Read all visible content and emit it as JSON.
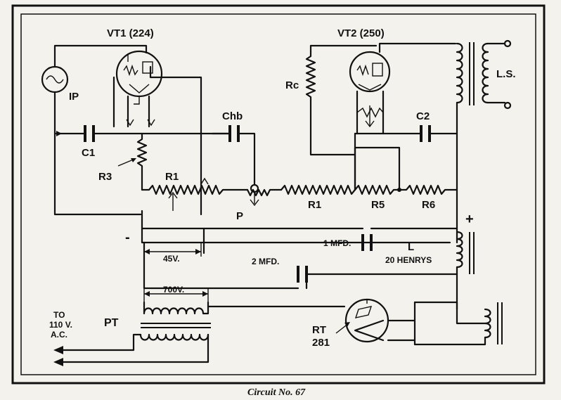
{
  "labels": {
    "vt1": "VT1 (224)",
    "vt2": "VT2 (250)",
    "ip": "IP",
    "c1": "C1",
    "chb": "Chb",
    "c2": "C2",
    "rc": "Rc",
    "ls": "L.S.",
    "r3": "R3",
    "r1_left": "R1",
    "r1_right": "R1",
    "r5": "R5",
    "r6": "R6",
    "p": "P",
    "minus": "-",
    "plus": "+",
    "v45": "45V.",
    "mfd1": "1 MFD.",
    "l": "L",
    "henrys": "20 HENRYS",
    "mfd2": "2 MFD.",
    "v700": "700V.",
    "pt": "PT",
    "to_line1": "TO",
    "to_line2": "110 V.",
    "to_line3": "A.C.",
    "rt": "RT",
    "rt_num": "281"
  },
  "caption": "Circuit No. 67"
}
